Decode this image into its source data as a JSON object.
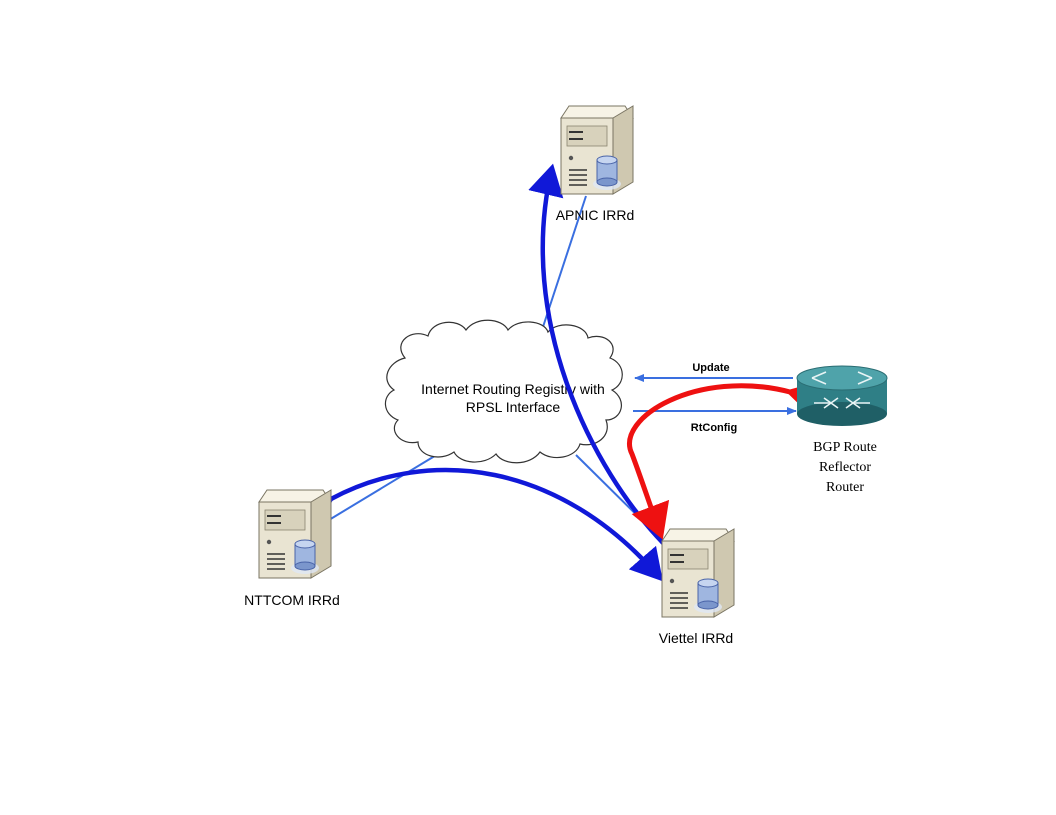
{
  "diagram": {
    "cloud": {
      "line1": "Internet Routing Registry with",
      "line2": "RPSL Interface"
    },
    "servers": {
      "apnic": {
        "label": "APNIC IRRd",
        "icon": "server-icon"
      },
      "nttcom": {
        "label": "NTTCOM IRRd",
        "icon": "server-icon"
      },
      "viettel": {
        "label": "Viettel IRRd",
        "icon": "server-icon"
      }
    },
    "router": {
      "icon": "router-icon",
      "line1": "BGP Route",
      "line2": "Reflector",
      "line3": "Router"
    },
    "links": {
      "update": "Update",
      "rtconfig": "RtConfig"
    },
    "colors": {
      "thin_link": "#3a6fe0",
      "thick_link": "#1018d8",
      "red_arrow": "#ee1111",
      "server_body": "#e9e4d2",
      "router_body": "#2f7f86"
    }
  }
}
